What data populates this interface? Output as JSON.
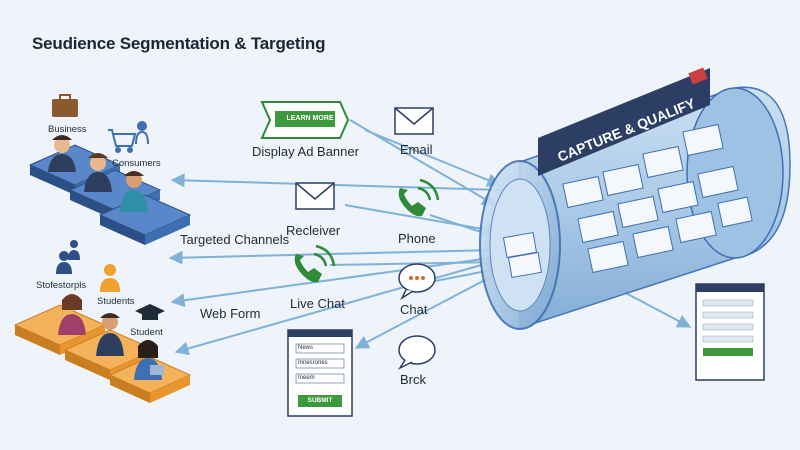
{
  "title": "Seudience Segmentation & Targeting",
  "banner": {
    "text": "CAPTURE & QUALIFY"
  },
  "audience": {
    "business": "Business",
    "consumers": "Consumers",
    "stofestorpls": "Stofestorpls",
    "students": "Students",
    "student": "Student"
  },
  "channels": {
    "display_ad_banner": "Display Ad Banner",
    "learn_more": "LEARN MORE",
    "email": "Email",
    "receiver": "Recleiver",
    "phone": "Phone",
    "targeted_channels": "Targeted Channels",
    "live_chat": "Live Chat",
    "chat": "Chat",
    "web_form": "Web Form",
    "brick": "Brck"
  },
  "form": {
    "fields": [
      "News",
      "Innesrones",
      "Ineem"
    ],
    "submit": "SUBMIT"
  },
  "colors": {
    "arrow": "#7fb2d6",
    "tile_blue": "#3f6fb3",
    "tile_orange": "#f2a33a",
    "banner": "#2c3e63",
    "green": "#3d9a3c",
    "phone_green": "#2f8a3a"
  }
}
